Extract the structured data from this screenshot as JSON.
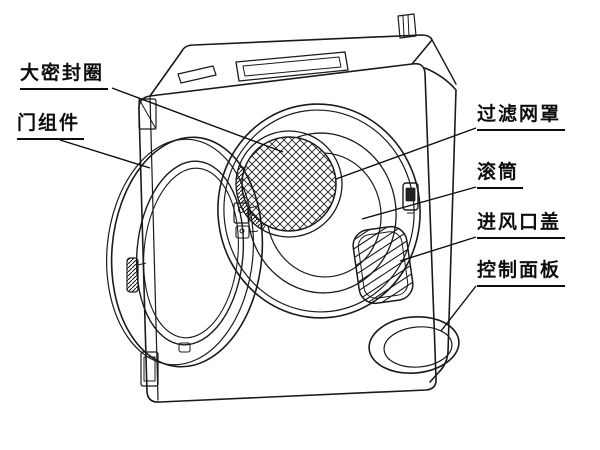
{
  "colors": {
    "line": "#1a1a1a",
    "background": "#ffffff"
  },
  "diagram": {
    "labels": [
      {
        "id": "big-seal-ring",
        "text": "大密封圈"
      },
      {
        "id": "door-assembly",
        "text": "门组件"
      },
      {
        "id": "filter-mesh-cover",
        "text": "过滤网罩"
      },
      {
        "id": "drum",
        "text": "滚筒"
      },
      {
        "id": "air-inlet-cover",
        "text": "进风口盖"
      },
      {
        "id": "control-panel",
        "text": "控制面板"
      }
    ]
  }
}
